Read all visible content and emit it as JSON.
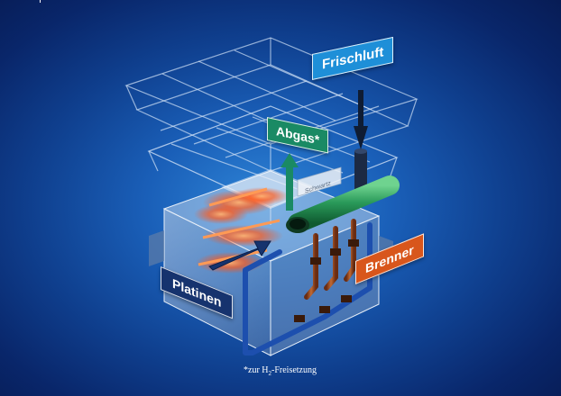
{
  "labels": {
    "frischluft": "Frischluft",
    "abgas": "Abgas*",
    "platinen": "Platinen",
    "brenner": "Brenner"
  },
  "footnote": {
    "prefix": "*zur H",
    "subscript": "2",
    "suffix": "-Freisetzung"
  },
  "brand_plate": "Schwartz",
  "colors": {
    "frischluft": "#1e8fd8",
    "abgas": "#1a8a64",
    "platinen": "#16336e",
    "brenner": "#d8561c",
    "pipe_green": "#2a9a5a",
    "pipe_copper": "#a8552a",
    "pipe_blue": "#1d4fae",
    "glow": "#ff6a2a"
  }
}
